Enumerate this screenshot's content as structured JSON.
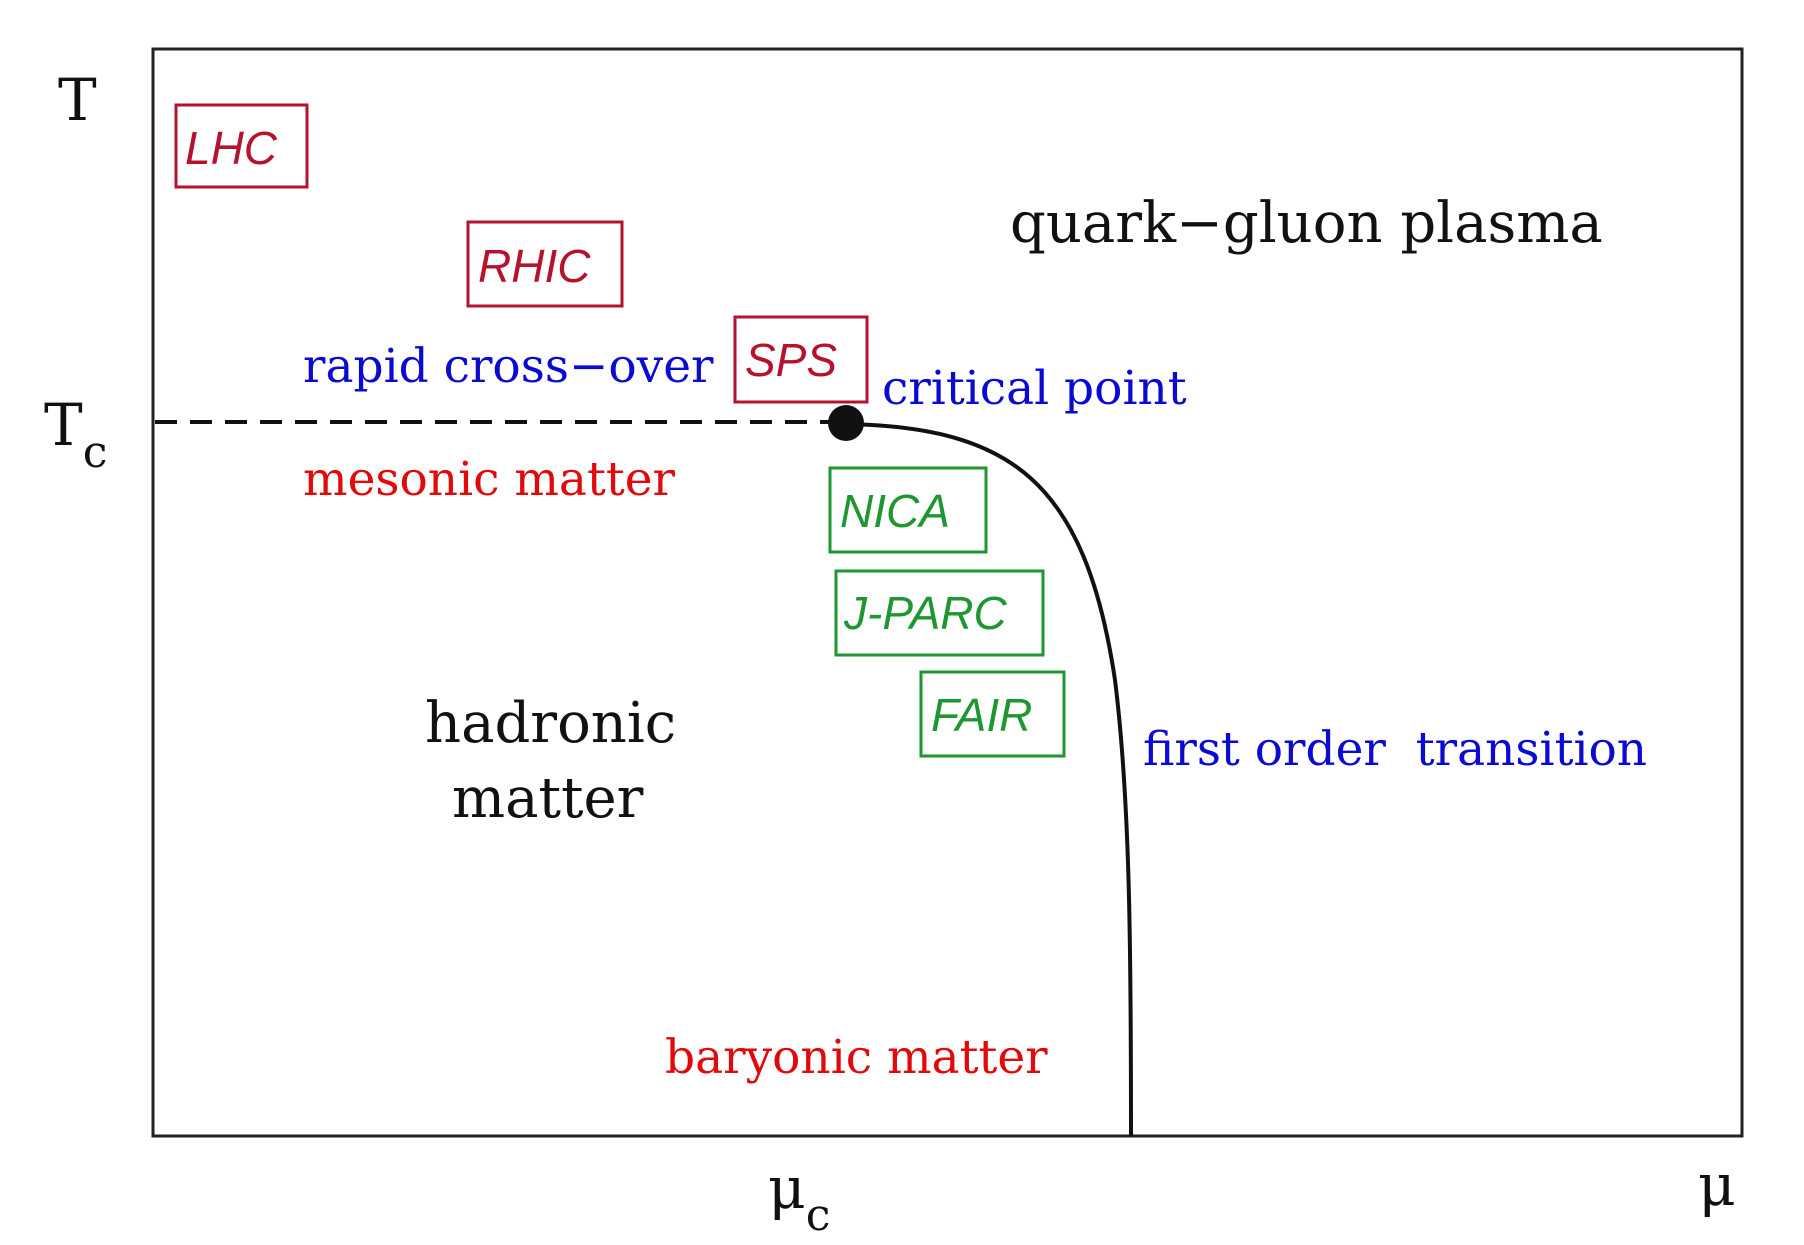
{
  "colors": {
    "axis": "#222222",
    "black_text": "#111111",
    "blue_text": "#0a0ad2",
    "red_text": "#e00a0a",
    "facility_red": "#b5122e",
    "facility_green": "#1e9632"
  },
  "axes": {
    "y_label": "T",
    "y_tick_main": "T",
    "y_tick_sub": "c",
    "x_tick_main": "μ",
    "x_tick_sub": "c",
    "x_label": "μ"
  },
  "regions": {
    "qgp": "quark−gluon plasma",
    "hadronic_line1": "hadronic",
    "hadronic_line2": "matter"
  },
  "annotations": {
    "crossover": "rapid cross−over",
    "critical_point": "critical point",
    "mesonic": "mesonic matter",
    "first_order": "first order  transition",
    "baryonic": "baryonic matter"
  },
  "facilities": {
    "lhc": "LHC",
    "rhic": "RHIC",
    "sps": "SPS",
    "nica": "NICA",
    "jparc": "J-PARC",
    "fair": "FAIR"
  }
}
